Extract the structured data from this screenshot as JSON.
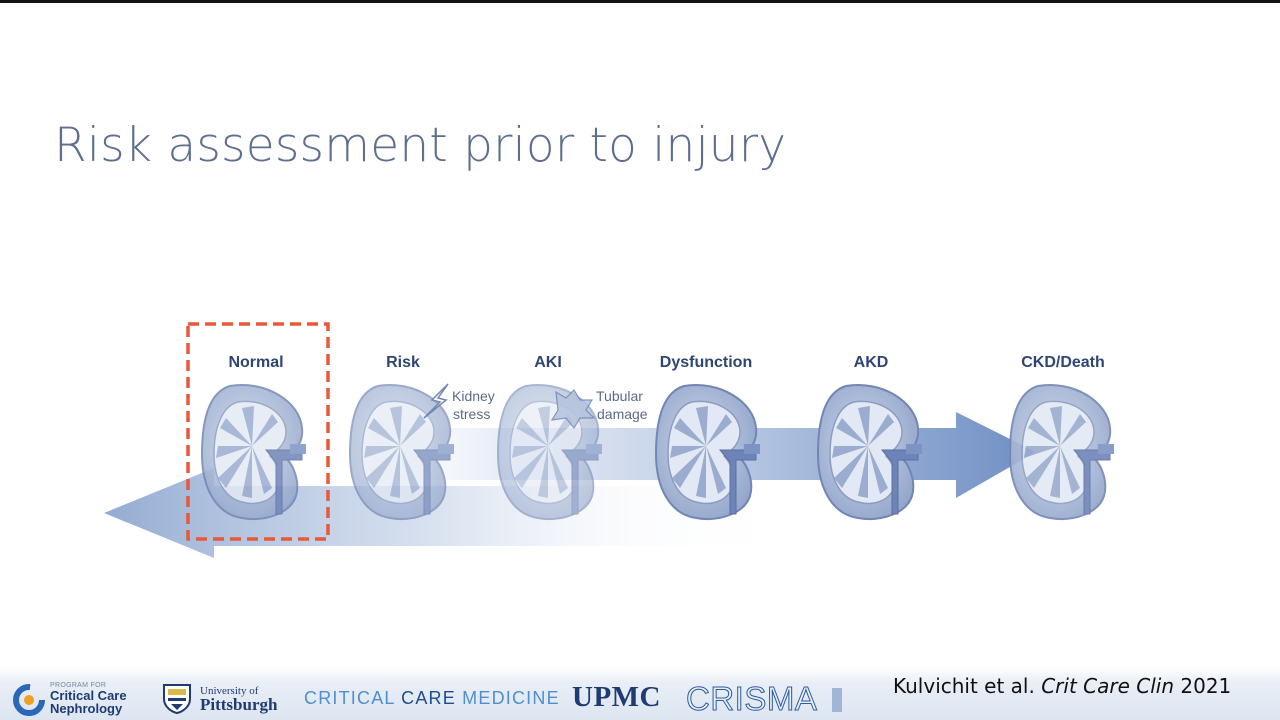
{
  "slide": {
    "title": "Risk assessment prior to injury"
  },
  "diagram": {
    "stages": [
      {
        "label": "Normal",
        "highlighted": true
      },
      {
        "label": "Risk"
      },
      {
        "label": "AKI"
      },
      {
        "label": "Dysfunction"
      },
      {
        "label": "AKD"
      },
      {
        "label": "CKD/Death"
      }
    ],
    "annotations": {
      "risk_note_line1": "Kidney",
      "risk_note_line2": "stress",
      "aki_note_line1": "Tubular",
      "aki_note_line2": "damage"
    },
    "colors": {
      "highlight_box": "#e8583a",
      "arrow": "#7f9cc8",
      "kidney": "#6f8ac0",
      "label": "#2f4672",
      "title": "#5d6e8e"
    }
  },
  "footer": {
    "cc_program": "PROGRAM FOR",
    "cc_line1": "Critical Care",
    "cc_line2": "Nephrology",
    "pitt_line1": "University of",
    "pitt_line2": "Pittsburgh",
    "ccm_critical": "CRITICAL ",
    "ccm_care": "CARE ",
    "ccm_medicine": "MEDICINE",
    "upmc": "UPMC",
    "crisma": "CRISMA",
    "citation_authors": "Kulvichit et al. ",
    "citation_journal": "Crit Care Clin",
    "citation_year": " 2021"
  }
}
